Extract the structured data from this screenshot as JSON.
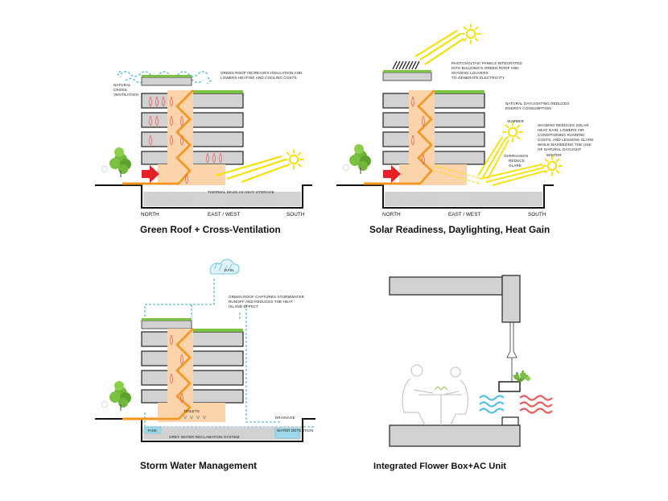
{
  "panel1": {
    "title": "Green Roof + Cross-Ventilation",
    "note_green_roof": [
      "GREEN ROOF INCREASES INSULATION AND",
      "LOWERS HEATING AND COOLING COSTS"
    ],
    "note_ventilation": [
      "NATURAL",
      "CROSS",
      "VENTILATION"
    ],
    "note_thermal": "THERMAL MASS AS HEAT STORAGE",
    "north": "NORTH",
    "eastwest": "EAST / WEST",
    "south": "SOUTH"
  },
  "panel2": {
    "title": "Solar Readiness, Daylighting, Heat Gain",
    "note_pv": [
      "PHOTOVOLTAIC PANELS INTEGRATED",
      "INTO BUILDING'S GREEN ROOF AND",
      "SHADING LOUVERS",
      "TO GENERATE ELECTRICITY"
    ],
    "note_daylight": [
      "NATURAL DAYLIGHTING REDUCES",
      "ENERGY CONSUMPTION"
    ],
    "summer": "SUMMER",
    "winter": "WINTER",
    "note_shading": [
      "SHADING REDUCES SOLAR",
      "HEAT GAIN, LOWERS AIR",
      "CONDITIONING RUNNING",
      "COSTS, AND LESSENS GLARE",
      "WHILE MAXIMIZING THE USE",
      "OF NATURAL DAYLIGHT"
    ],
    "note_overhangs": [
      "OVERHANGS",
      "REDUCE",
      "GLARE"
    ],
    "north": "NORTH",
    "eastwest": "EAST / WEST",
    "south": "SOUTH"
  },
  "panel3": {
    "title": "Storm Water Management",
    "rain": "RAIN",
    "note_roof": [
      "GREEN ROOF CAPTURES STORMWATER",
      "RUNOFF AND REDUCES THE HEAT",
      "ISLAND EFFECT"
    ],
    "toilets": "TOILETS",
    "drainage": "DRAINAGE",
    "tank": "TANK",
    "grey_water": "GREY WATER RECLAMATION SYSTEM",
    "detention": "WATER DETENTION"
  },
  "panel4": {
    "title": "Integrated Flower Box+AC Unit"
  },
  "colors": {
    "floor": "#d2d2d2",
    "core": "#fbd4ab",
    "stair": "#f7941d",
    "sun": "#f6e000",
    "arrow": "#e62026",
    "water": "#5bbcd6",
    "green": "#7cc242",
    "warm": "#ef5a5a",
    "cool": "#4fc3e6"
  }
}
